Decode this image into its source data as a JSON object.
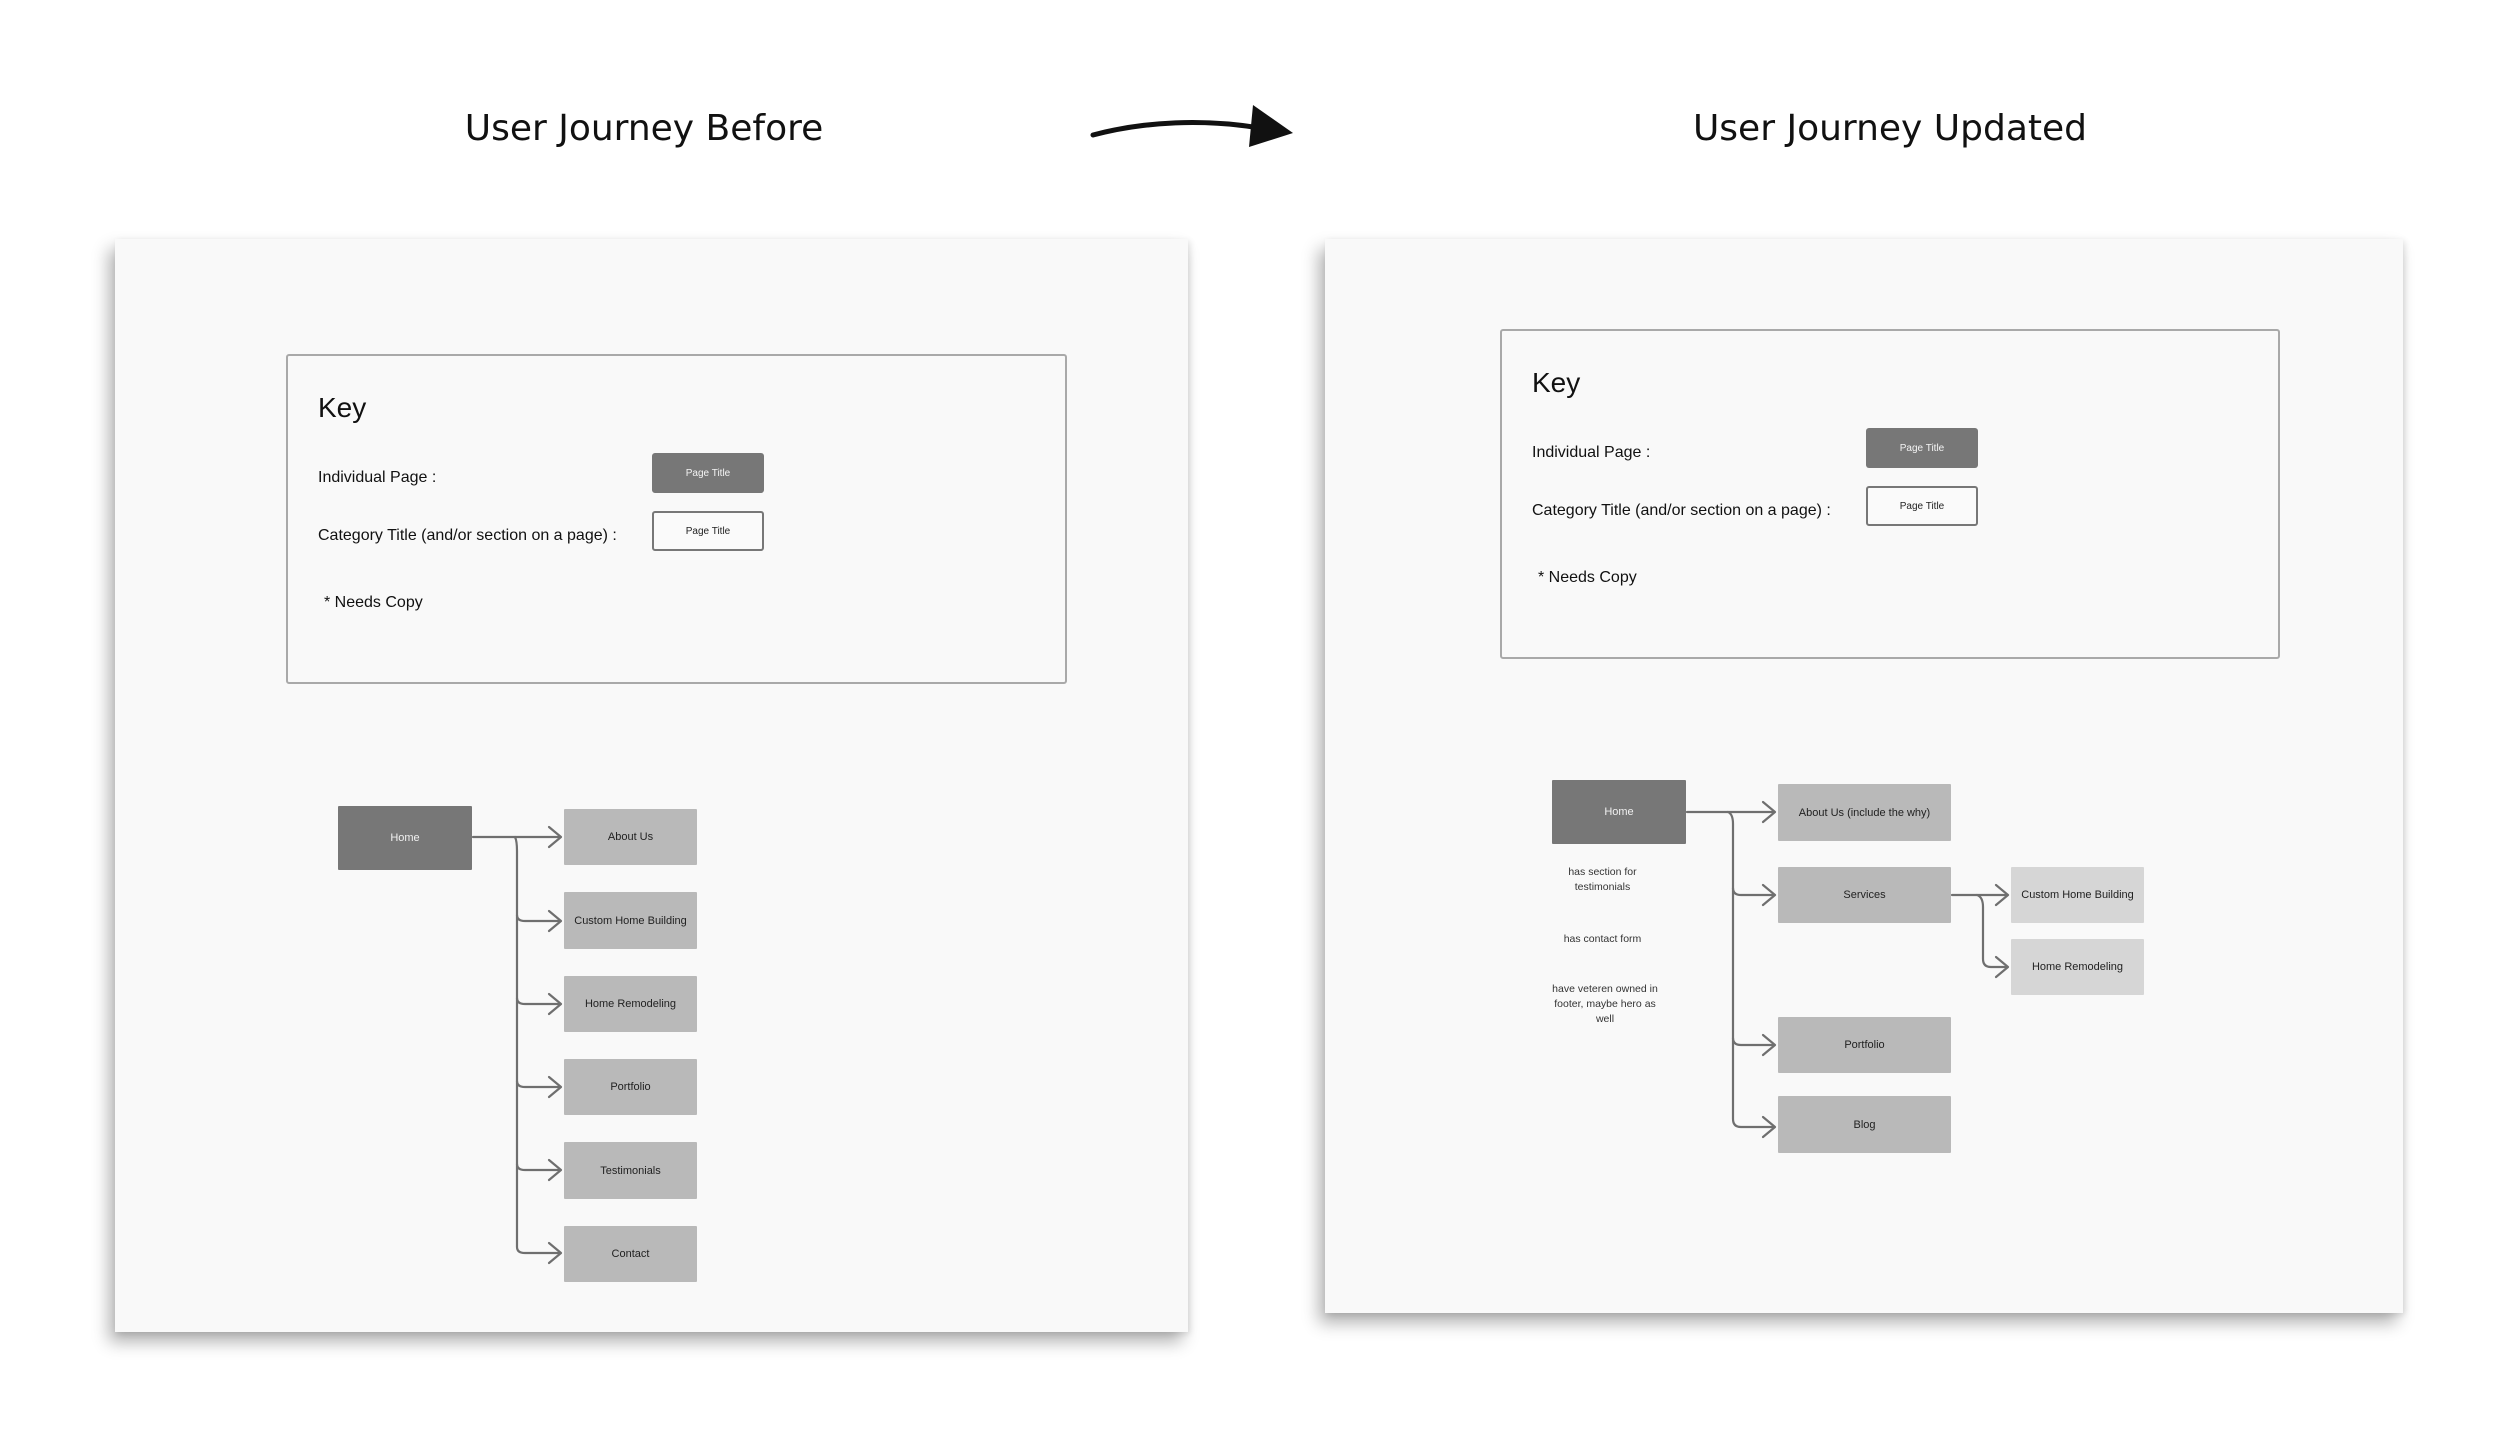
{
  "headings": {
    "before": "User Journey Before",
    "after": "User Journey Updated"
  },
  "key": {
    "title": "Key",
    "individual_label": "Individual Page :",
    "category_label": "Category Title (and/or section on a page) :",
    "sample_text": "Page Title",
    "note": "* Needs Copy"
  },
  "before": {
    "home": "Home",
    "pages": [
      "About Us",
      "Custom Home Building",
      "Home Remodeling",
      "Portfolio",
      "Testimonials",
      "Contact"
    ]
  },
  "after": {
    "home": "Home",
    "home_notes": [
      "has section for testimonials",
      "has contact form",
      "have veteren owned in footer, maybe hero as well"
    ],
    "pages": [
      "About Us (include the why)",
      "Services",
      "Portfolio",
      "Blog"
    ],
    "services_children": [
      "Custom Home Building",
      "Home Remodeling"
    ]
  },
  "colors": {
    "page_node": "#b9b9b9",
    "home_node": "#777777",
    "sub_node": "#d6d6d6",
    "connector": "#6f6f6f"
  }
}
